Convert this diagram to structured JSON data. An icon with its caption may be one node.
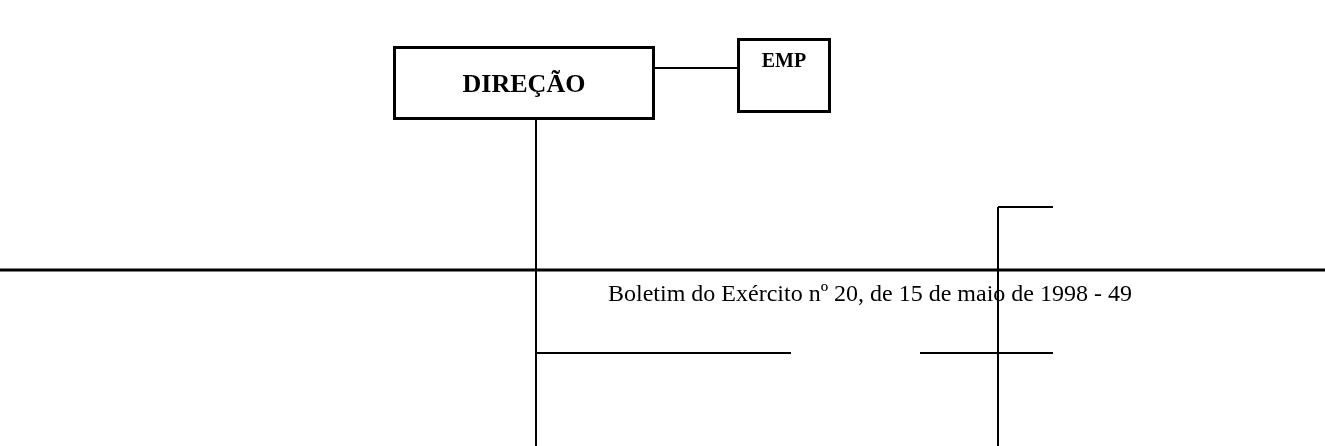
{
  "diagram": {
    "nodes": [
      {
        "text": [
          "DIREÇÃO"
        ]
      },
      {
        "text": [
          "EMP"
        ]
      }
    ],
    "edges": [
      {
        "from": 0,
        "to": 1,
        "arrow": "none"
      },
      {
        "from": 0,
        "to": null,
        "arrow": "none"
      }
    ],
    "labels": [
      "Boletim do Exército nº 20, de 15 de maio de 1998 - 49"
    ]
  }
}
